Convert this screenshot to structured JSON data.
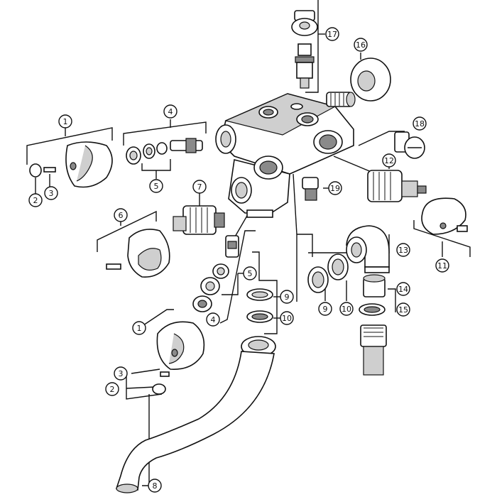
{
  "callouts": [
    {
      "id": "c1a",
      "label": "1"
    },
    {
      "id": "c2a",
      "label": "2"
    },
    {
      "id": "c3a",
      "label": "3"
    },
    {
      "id": "c4a",
      "label": "4"
    },
    {
      "id": "c5a",
      "label": "5"
    },
    {
      "id": "c6",
      "label": "6"
    },
    {
      "id": "c7",
      "label": "7"
    },
    {
      "id": "c5b",
      "label": "5"
    },
    {
      "id": "c4b",
      "label": "4"
    },
    {
      "id": "c1b",
      "label": "1"
    },
    {
      "id": "c3b",
      "label": "3"
    },
    {
      "id": "c2b",
      "label": "2"
    },
    {
      "id": "c8",
      "label": "8"
    },
    {
      "id": "c9a",
      "label": "9"
    },
    {
      "id": "c10a",
      "label": "10"
    },
    {
      "id": "c9b",
      "label": "9"
    },
    {
      "id": "c10b",
      "label": "10"
    },
    {
      "id": "c11",
      "label": "11"
    },
    {
      "id": "c12",
      "label": "12"
    },
    {
      "id": "c13",
      "label": "13"
    },
    {
      "id": "c14",
      "label": "14"
    },
    {
      "id": "c15",
      "label": "15"
    },
    {
      "id": "c16",
      "label": "16"
    },
    {
      "id": "c17",
      "label": "17"
    },
    {
      "id": "c18",
      "label": "18"
    },
    {
      "id": "c19",
      "label": "19"
    }
  ]
}
